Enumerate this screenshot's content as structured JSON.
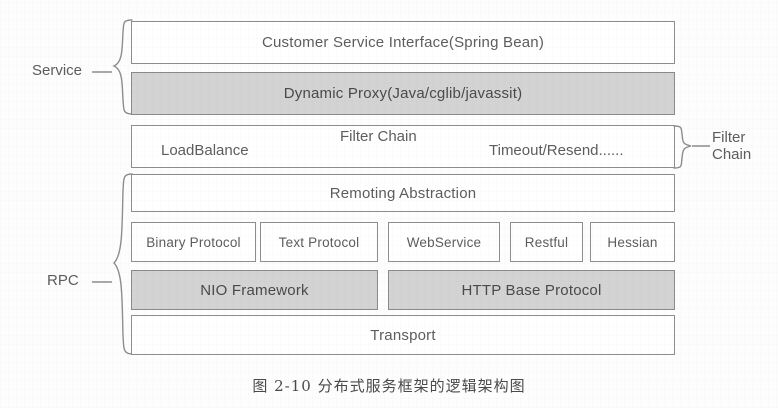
{
  "diagram": {
    "layers": {
      "service": {
        "bracket_label": "Service",
        "rows": [
          {
            "label": "Customer Service Interface(Spring Bean)",
            "shaded": false
          },
          {
            "label": "Dynamic Proxy(Java/cglib/javassit)",
            "shaded": true
          }
        ]
      },
      "filter_chain": {
        "bracket_label": "Filter\nChain",
        "title": "Filter Chain",
        "left_item": "LoadBalance",
        "right_item": "Timeout/Resend......"
      },
      "rpc": {
        "bracket_label": "RPC",
        "abstraction": {
          "label": "Remoting Abstraction",
          "shaded": false
        },
        "protocols": [
          {
            "label": "Binary Protocol",
            "shaded": false
          },
          {
            "label": "Text Protocol",
            "shaded": false
          },
          {
            "label": "WebService",
            "shaded": false
          },
          {
            "label": "Restful",
            "shaded": false
          },
          {
            "label": "Hessian",
            "shaded": false
          }
        ],
        "frameworks": [
          {
            "label": "NIO Framework",
            "shaded": true
          },
          {
            "label": "HTTP Base Protocol",
            "shaded": true
          }
        ],
        "transport": {
          "label": "Transport",
          "shaded": false
        }
      }
    },
    "caption": "图 2-10  分布式服务框架的逻辑架构图",
    "colors": {
      "box_fill": "#ffffff",
      "box_fill_shaded": "#d3d3d3",
      "stroke": "#8d8d8d",
      "text": "#5d5d5d",
      "background": "#fdfdfd"
    }
  }
}
